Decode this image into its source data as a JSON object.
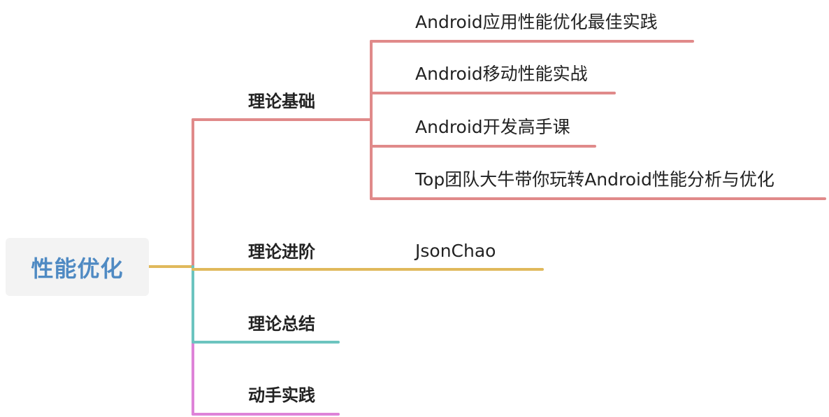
{
  "root": {
    "label": "性能优化"
  },
  "branches": [
    {
      "label": "理论基础",
      "color": "#e08a8a",
      "children": [
        "Android应用性能优化最佳实践",
        "Android移动性能实战",
        "Android开发高手课",
        "Top团队大牛带你玩转Android性能分析与优化"
      ]
    },
    {
      "label": "理论进阶",
      "color": "#e0b95c",
      "children": [
        "JsonChao"
      ]
    },
    {
      "label": "理论总结",
      "color": "#6cc4bf",
      "children": []
    },
    {
      "label": "动手实践",
      "color": "#de83d8",
      "children": []
    }
  ]
}
